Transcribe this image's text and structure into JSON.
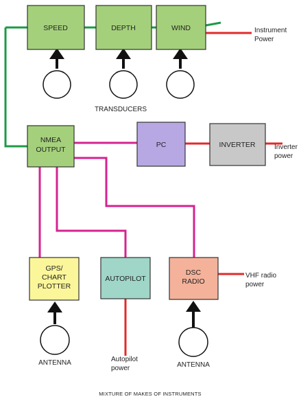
{
  "colors": {
    "green_box": "#a4d07b",
    "purple_box": "#b7a8e3",
    "gray_box": "#c8c8c8",
    "yellow_box": "#fbf69a",
    "teal_box": "#9fd6c8",
    "salmon_box": "#f4b29b",
    "green_line": "#1c9a45",
    "red_line": "#e02a2a",
    "magenta_line": "#d5238f",
    "box_stroke": "#333333",
    "arrow": "#111111"
  },
  "boxes": {
    "speed": {
      "label": "SPEED"
    },
    "depth": {
      "label": "DEPTH"
    },
    "wind": {
      "label": "WIND"
    },
    "nmea": {
      "line1": "NMEA",
      "line2": "OUTPUT"
    },
    "pc": {
      "label": "PC"
    },
    "inverter": {
      "label": "INVERTER"
    },
    "gps": {
      "line1": "GPS/",
      "line2": "CHART",
      "line3": "PLOTTER"
    },
    "autopilot": {
      "label": "AUTOPILOT"
    },
    "dsc": {
      "line1": "DSC",
      "line2": "RADIO"
    }
  },
  "labels": {
    "instrument_power": {
      "line1": "Instrument",
      "line2": "Power"
    },
    "inverter_power": {
      "line1": "Inverter",
      "line2": "power"
    },
    "transducers": "TRANSDUCERS",
    "vhf_power": {
      "line1": "VHF radio",
      "line2": "power"
    },
    "antenna_gps": "ANTENNA",
    "antenna_dsc": "ANTENNA",
    "autopilot_power": {
      "line1": "Autopilot",
      "line2": "power"
    },
    "caption": "MIXTURE OF MAKES OF INSTRUMENTS"
  }
}
